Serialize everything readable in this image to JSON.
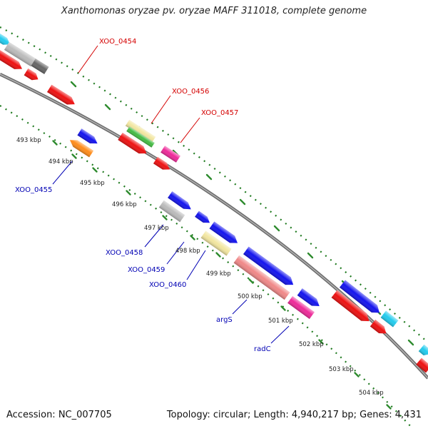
{
  "title": "Xanthomonas oryzae pv. oryzae MAFF 311018, complete genome",
  "footer": {
    "accession": "Accession: NC_007705",
    "topology": "Topology: circular; Length: 4,940,217 bp; Genes: 4,431"
  },
  "colors": {
    "backbone": "#7a7a7a",
    "tick_major": "#2e8b2e",
    "tick_minor": "#1f7a1f",
    "label_forward": "#d40000",
    "label_reverse": "#0000b4",
    "red": "#ee1111",
    "blue": "#1414ee",
    "cyan": "#22ccee",
    "silver": "#bbbbbb",
    "darkgray": "#666666",
    "green": "#44bb44",
    "cream": "#f2e6a0",
    "magenta": "#ee2a99",
    "orange": "#ff8c1a",
    "salmon": "#f08888"
  },
  "kbp_ticks": [
    "493 kbp",
    "494 kbp",
    "495 kbp",
    "496 kbp",
    "497 kbp",
    "498 kbp",
    "499 kbp",
    "500 kbp",
    "501 kbp",
    "502 kbp",
    "503 kbp",
    "504 kbp"
  ],
  "gene_labels": [
    {
      "text": "XOO_0454",
      "strand": "forward"
    },
    {
      "text": "XOO_0456",
      "strand": "forward"
    },
    {
      "text": "XOO_0457",
      "strand": "forward"
    },
    {
      "text": "XOO_0455",
      "strand": "reverse"
    },
    {
      "text": "XOO_0458",
      "strand": "reverse"
    },
    {
      "text": "XOO_0459",
      "strand": "reverse"
    },
    {
      "text": "XOO_0460",
      "strand": "reverse"
    },
    {
      "text": "argS",
      "strand": "reverse"
    },
    {
      "text": "radC",
      "strand": "reverse"
    }
  ]
}
